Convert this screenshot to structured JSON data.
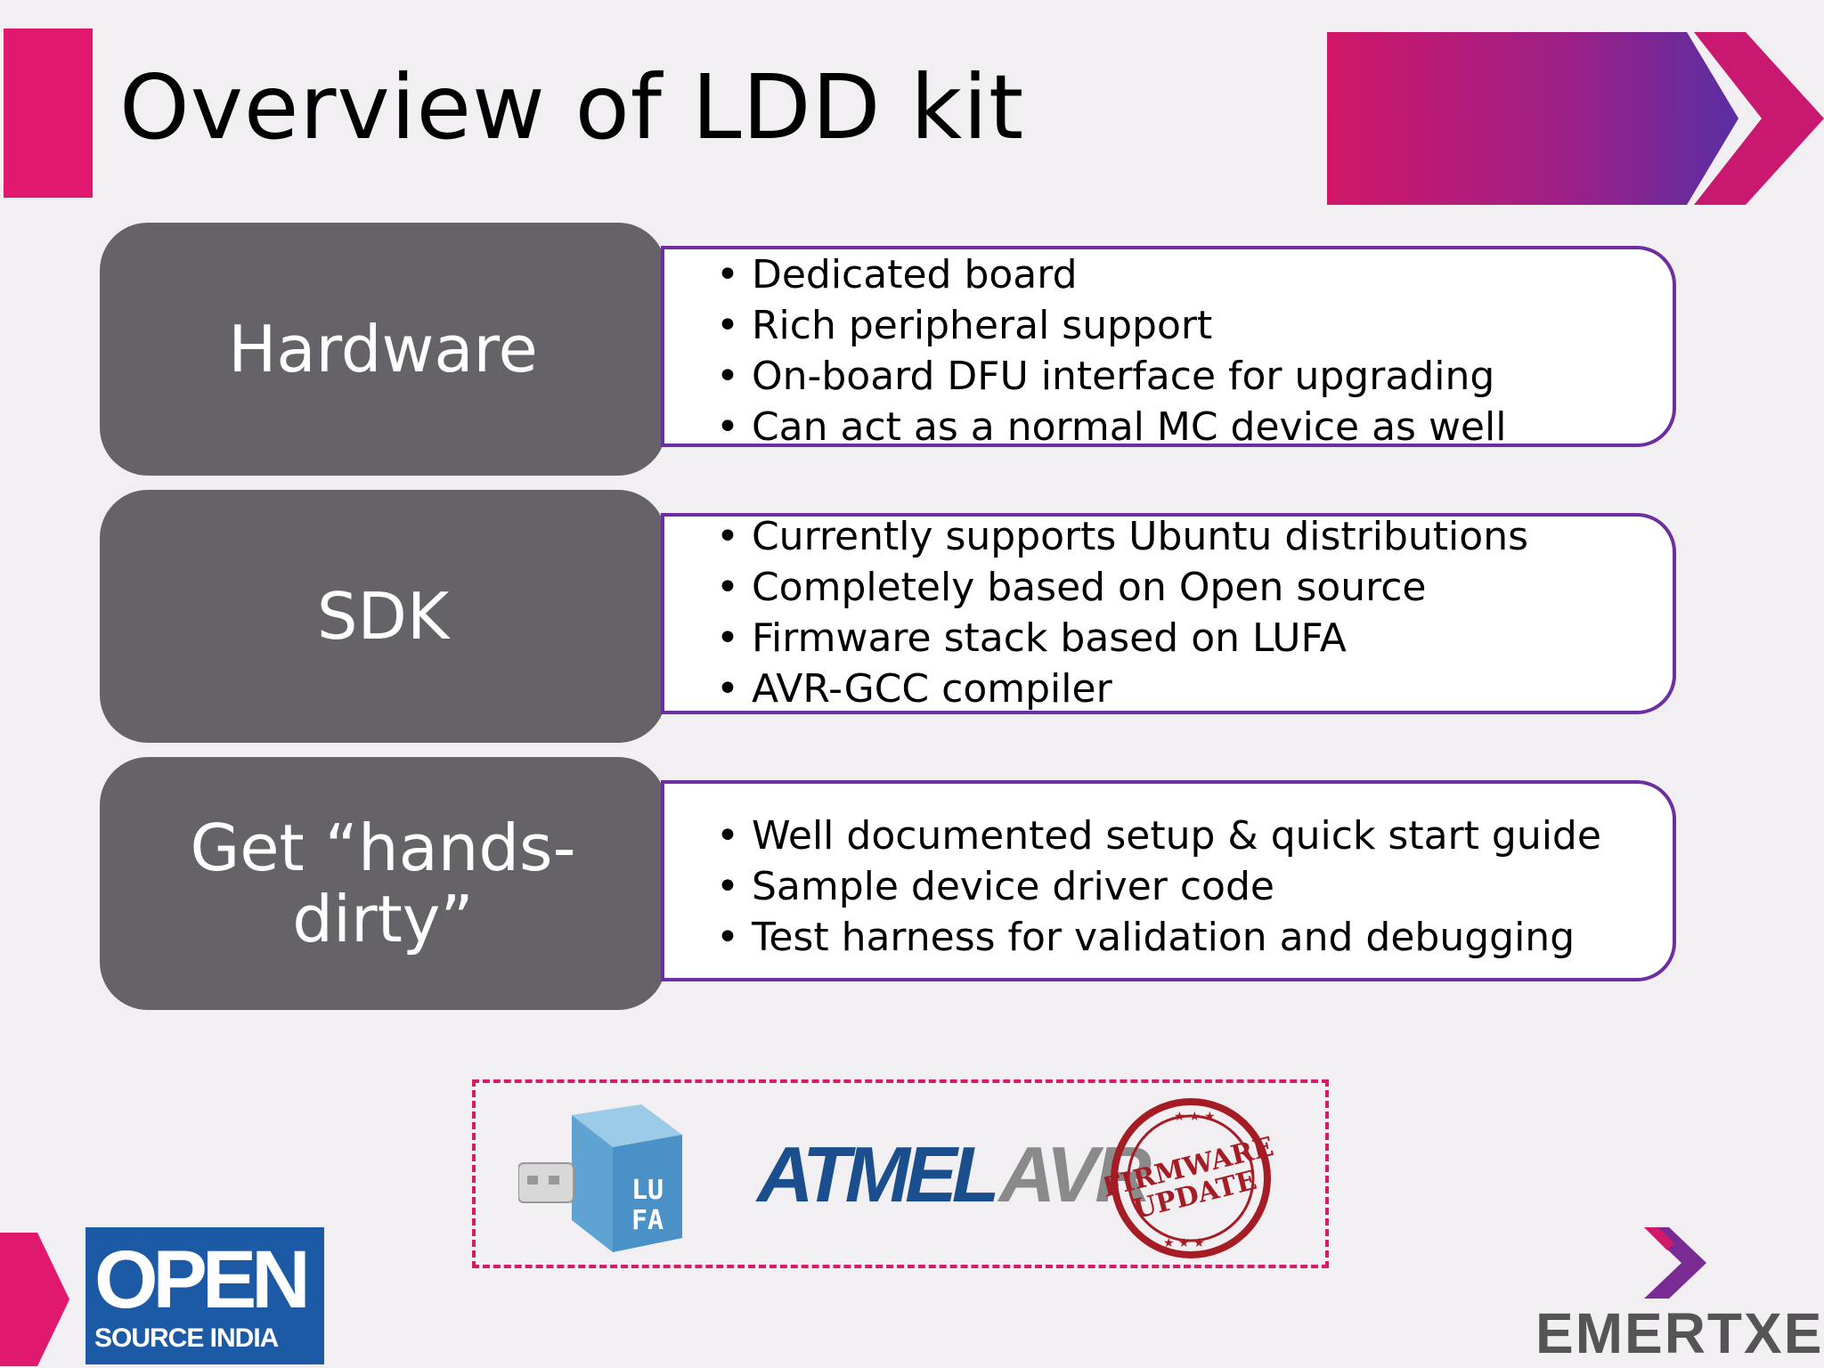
{
  "slide": {
    "title": "Overview of LDD kit"
  },
  "rows": [
    {
      "label": "Hardware",
      "bullets": [
        "Dedicated board",
        "Rich peripheral support",
        "On-board DFU interface for upgrading",
        "Can act as a normal MC device as well"
      ]
    },
    {
      "label": "SDK",
      "bullets": [
        "Currently supports Ubuntu distributions",
        "Completely based on Open source",
        "Firmware stack based on LUFA",
        "AVR-GCC compiler"
      ]
    },
    {
      "label_lines": [
        "Get “hands-",
        "dirty”"
      ],
      "bullets": [
        "Well documented setup & quick start guide",
        "Sample device driver code",
        "Test harness for validation and debugging"
      ]
    }
  ],
  "logos": {
    "lufa": "LUFA",
    "atmel": "ATMEL",
    "avr": "AVR",
    "stamp_line1": "FIRMWARE",
    "stamp_line2": "UPDATE",
    "osi_open": "OPEN",
    "osi_sub": "SOURCE INDIA",
    "emertxe": "EMERTXE"
  },
  "colors": {
    "accent_pink": "#e0186e",
    "accent_purple": "#6c2ea0",
    "label_gray": "#656367"
  }
}
